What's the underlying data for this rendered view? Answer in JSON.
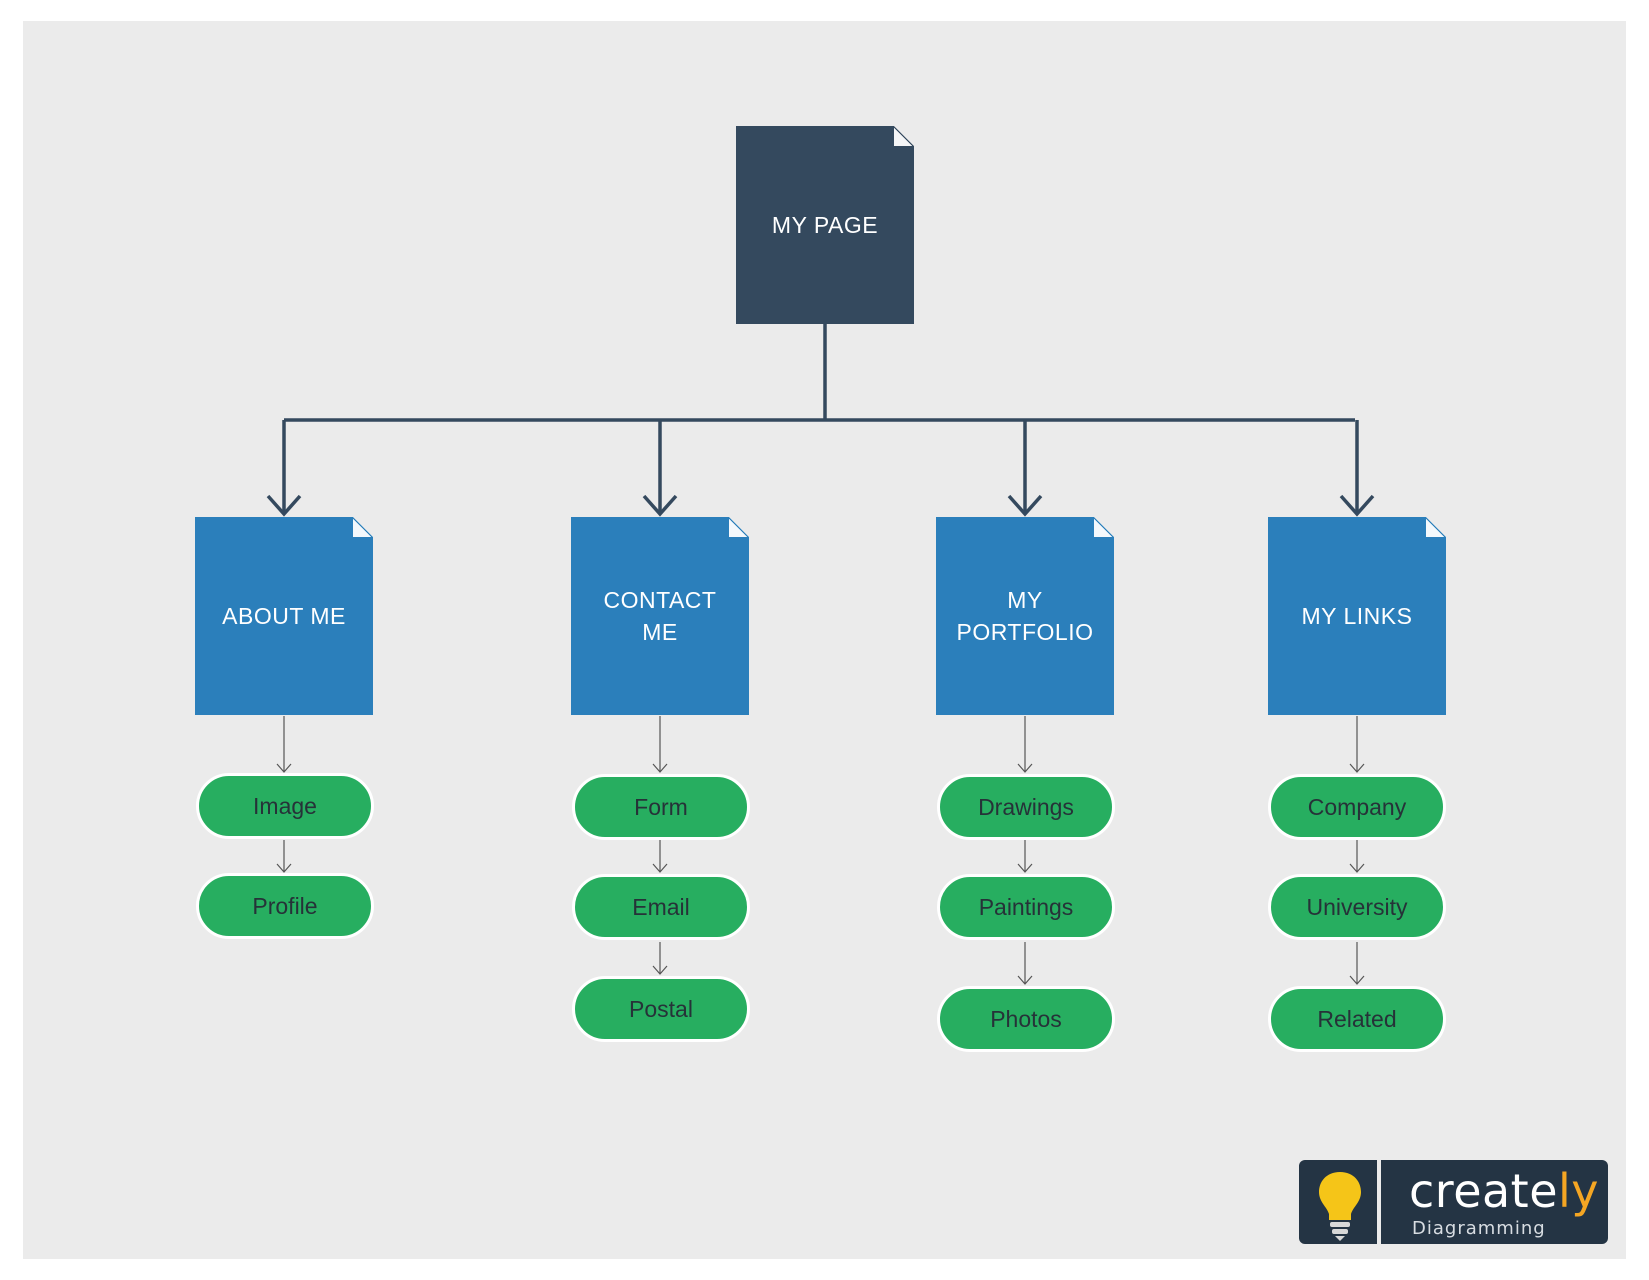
{
  "diagram": {
    "root": {
      "label": "MY PAGE"
    },
    "categories": [
      {
        "label": "ABOUT ME",
        "children": [
          "Image",
          "Profile"
        ]
      },
      {
        "label": "CONTACT\nME",
        "children": [
          "Form",
          "Email",
          "Postal"
        ]
      },
      {
        "label": "MY\nPORTFOLIO",
        "children": [
          "Drawings",
          "Paintings",
          "Photos"
        ]
      },
      {
        "label": "MY LINKS",
        "children": [
          "Company",
          "University",
          "Related"
        ]
      }
    ]
  },
  "logo": {
    "brand_main": "create",
    "brand_accent": "ly",
    "tagline": "Diagramming",
    "icon": "lightbulb-icon"
  },
  "colors": {
    "background": "#ebebeb",
    "root": "#34495e",
    "category": "#2b7fbb",
    "leaf": "#27ae60",
    "connector": "#34495e",
    "accent": "#f5a623"
  }
}
